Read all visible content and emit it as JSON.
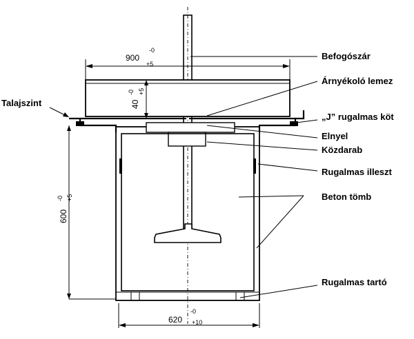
{
  "labels": {
    "befogoszar": "Befogószár",
    "arnyekolo": "Árnyékoló lemez",
    "j_rugalmas": "„J” rugalmas köt",
    "elnyel": "Elnyel",
    "kozdarab": "Közdarab",
    "rugalmas_illeszt": "Rugalmas illeszt",
    "beton_tomb": "Beton tömb",
    "rugalmas_tarto": "Rugalmas tartó",
    "talajszint": "Talajszint"
  },
  "dimensions": {
    "top_width": {
      "value": "900",
      "tol_upper": "-0",
      "tol_lower": "+5"
    },
    "plate_thickness": {
      "value": "40",
      "tol_upper": "-0",
      "tol_lower": "+5"
    },
    "height": {
      "value": "600",
      "tol_upper": "-0",
      "tol_lower": "+5"
    },
    "bottom_width": {
      "value": "620",
      "tol_upper": "-0",
      "tol_lower": "+10"
    }
  }
}
